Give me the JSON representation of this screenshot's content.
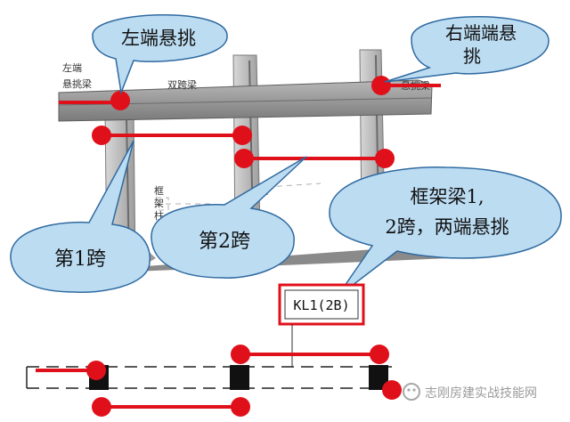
{
  "callouts": {
    "left_cantilever": "左端悬挑",
    "right_cantilever_line1": "右端端悬",
    "right_cantilever_line2": "挑",
    "span1": "第1跨",
    "span2": "第2跨",
    "frame_beam_line1": "框架梁1,",
    "frame_beam_line2": "2跨，两端悬挑"
  },
  "drawing_labels": {
    "left_end_line1": "左端",
    "left_end_line2": "悬挑梁",
    "double_span_beam": "双跨梁",
    "right_end_beam": "悬挑梁",
    "frame_column_line1": "框",
    "frame_column_line2": "架",
    "frame_column_line3": "柱",
    "frame_mid": "框"
  },
  "beam_tag": "KL1(2B)",
  "watermark": "志刚房建实战技能网",
  "colors": {
    "accent_red": "#e0101a",
    "bubble_fill": "#bcdcf2",
    "bubble_stroke": "#2f6aa0",
    "structure_gray": "#9a9a9a",
    "structure_dark": "#6e6e6e"
  }
}
